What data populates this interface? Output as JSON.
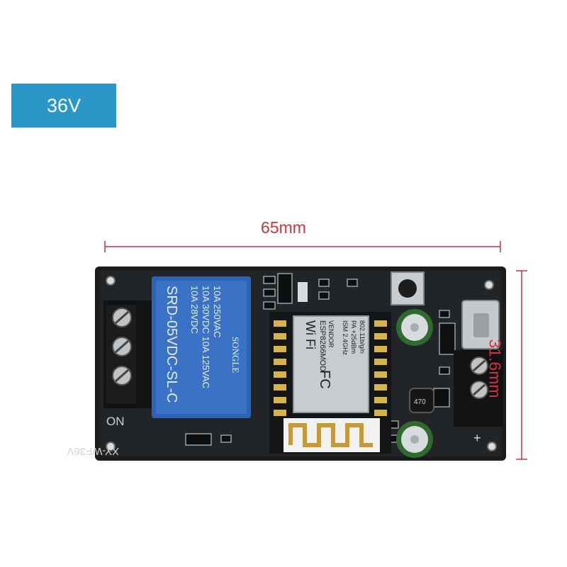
{
  "badge": {
    "label": "36V",
    "color": "#2a97c8"
  },
  "dimensions": {
    "width_label": "65mm",
    "height_label": "31.6mm",
    "line_color": "#d0323c"
  },
  "board": {
    "model_label": "XY-WF36V",
    "on_label": "ON",
    "plus_label": "+",
    "relay": {
      "brand": "SONGLE",
      "line1": "10A 250VAC",
      "line2": "10A 30VDC  10A 125VAC",
      "line3": "10A 28VDC",
      "model": "SRD-05VDC-SL-C",
      "color": "#2f63b4"
    },
    "wifi_module": {
      "logo": "Wi Fi",
      "model": "ESP8266MOD",
      "brand": "VENDOR",
      "fcc": "FC",
      "band": "ISM 2.4GHz",
      "power": "PA +25dBm",
      "standard": "802.11b/g/n"
    },
    "inductor_label": "470"
  }
}
